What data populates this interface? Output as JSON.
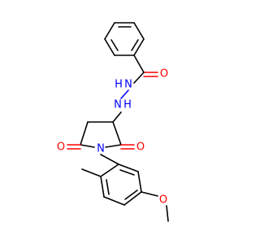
{
  "molecule": {
    "atoms": {
      "carbonyl_o": "O",
      "hydrazide_nh1": "H",
      "hydrazide_n1": "N",
      "hydrazide_n2": "N",
      "hydrazide_nh2": "H",
      "imide_n": "N",
      "imide_o_left": "O",
      "imide_o_right": "O",
      "ether_o": "O"
    },
    "colors": {
      "carbon": "#000000",
      "oxygen": "#ff0000",
      "nitrogen": "#0000ff"
    }
  }
}
